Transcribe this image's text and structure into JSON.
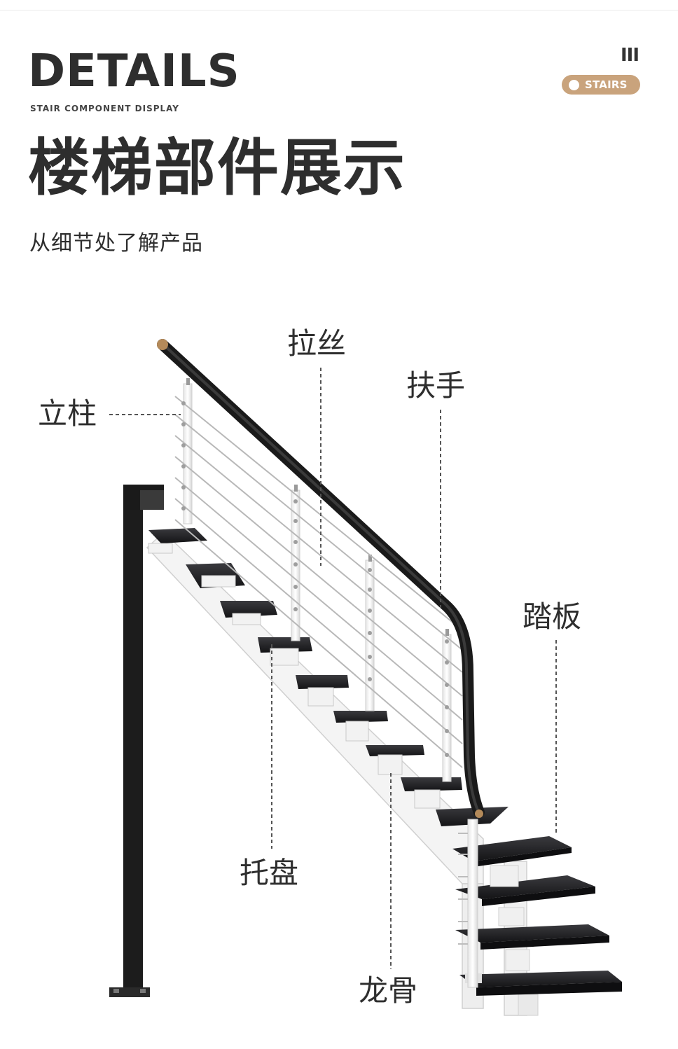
{
  "header": {
    "title": "DETAILS",
    "subtitle": "STAIR COMPONENT DISPLAY",
    "roman_mark": "III",
    "badge": "STAIRS"
  },
  "heading": {
    "title": "楼梯部件展示",
    "subtitle": "从细节处了解产品"
  },
  "parts": {
    "post": "立柱",
    "cable": "拉丝",
    "handrail": "扶手",
    "tread": "踏板",
    "tray": "托盘",
    "keel": "龙骨"
  },
  "colors": {
    "accent": "#c9a37c",
    "text": "#2e2e2e",
    "frame": "#1c1c1c",
    "tread": "#1f1f22",
    "steel": "#f2f2f2"
  }
}
